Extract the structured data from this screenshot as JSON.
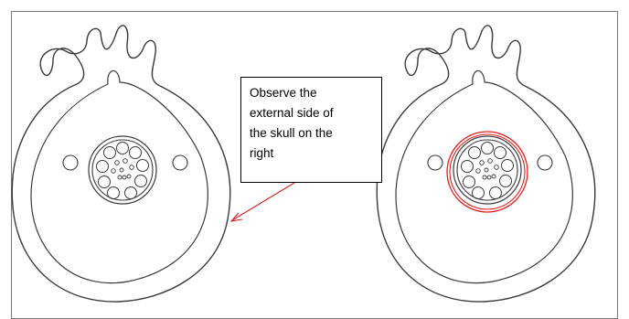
{
  "callout": {
    "lines": [
      "Observe the",
      "external side of",
      "the skull on the",
      "right"
    ]
  },
  "colors": {
    "outline": "#3a3a3a",
    "highlight": "#e02020",
    "frame": "#7a7a7a",
    "arrow": "#d42020"
  }
}
